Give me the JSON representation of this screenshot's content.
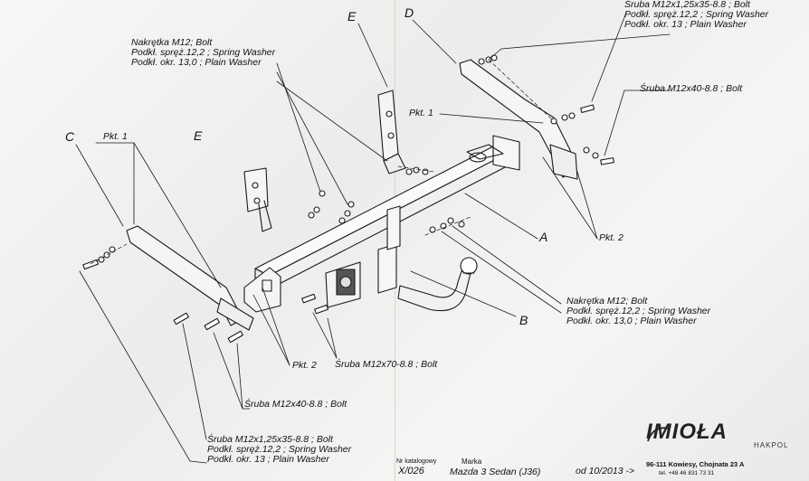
{
  "part_labels": {
    "A": "A",
    "B": "B",
    "C": "C",
    "D": "D",
    "E_top": "E",
    "E_left": "E"
  },
  "points": {
    "pkt1_left": "Pkt. 1",
    "pkt1_right": "Pkt. 1",
    "pkt2_bottom": "Pkt. 2",
    "pkt2_right": "Pkt. 2"
  },
  "callouts": {
    "nut_top": [
      "Nakrętka M12; Bolt",
      "Podkł. spręż.12,2 ; Spring Washer",
      "Podkł. okr. 13,0 ; Plain Washer"
    ],
    "bolt_top_right": [
      "Śruba M12x1,25x35-8.8 ; Bolt",
      "Podkł. spręż.12,2 ; Spring Washer",
      "Podkł. okr. 13 ; Plain Washer"
    ],
    "bolt_m12x40_right": "Śruba M12x40-8.8 ; Bolt",
    "nut_right": [
      "Nakrętka M12; Bolt",
      "Podkł. spręż.12,2 ; Spring Washer",
      "Podkł. okr. 13,0 ; Plain Washer"
    ],
    "bolt_m12x70": "Śruba M12x70-8.8 ; Bolt",
    "bolt_m12x40_left": "Śruba M12x40-8.8 ; Bolt",
    "bolt_bottom_left": [
      "Śruba M12x1,25x35-8.8 ; Bolt",
      "Podkł. spręż.12,2 ; Spring Washer",
      "Podkł. okr. 13 ; Plain Washer"
    ]
  },
  "footer": {
    "catalog_label": "Nr katalogowy",
    "catalog_value": "X/026",
    "make_label": "Marka",
    "make_value": "Mazda 3 Sedan (J36)",
    "from_date": "od 10/2013 ->",
    "address": "96-111 Kowiesy, Chojnata 23 A",
    "phone": "tel. +48 46 831 73 31"
  },
  "logo": {
    "name": "IMIOŁA",
    "sub": "HAKPOL"
  }
}
